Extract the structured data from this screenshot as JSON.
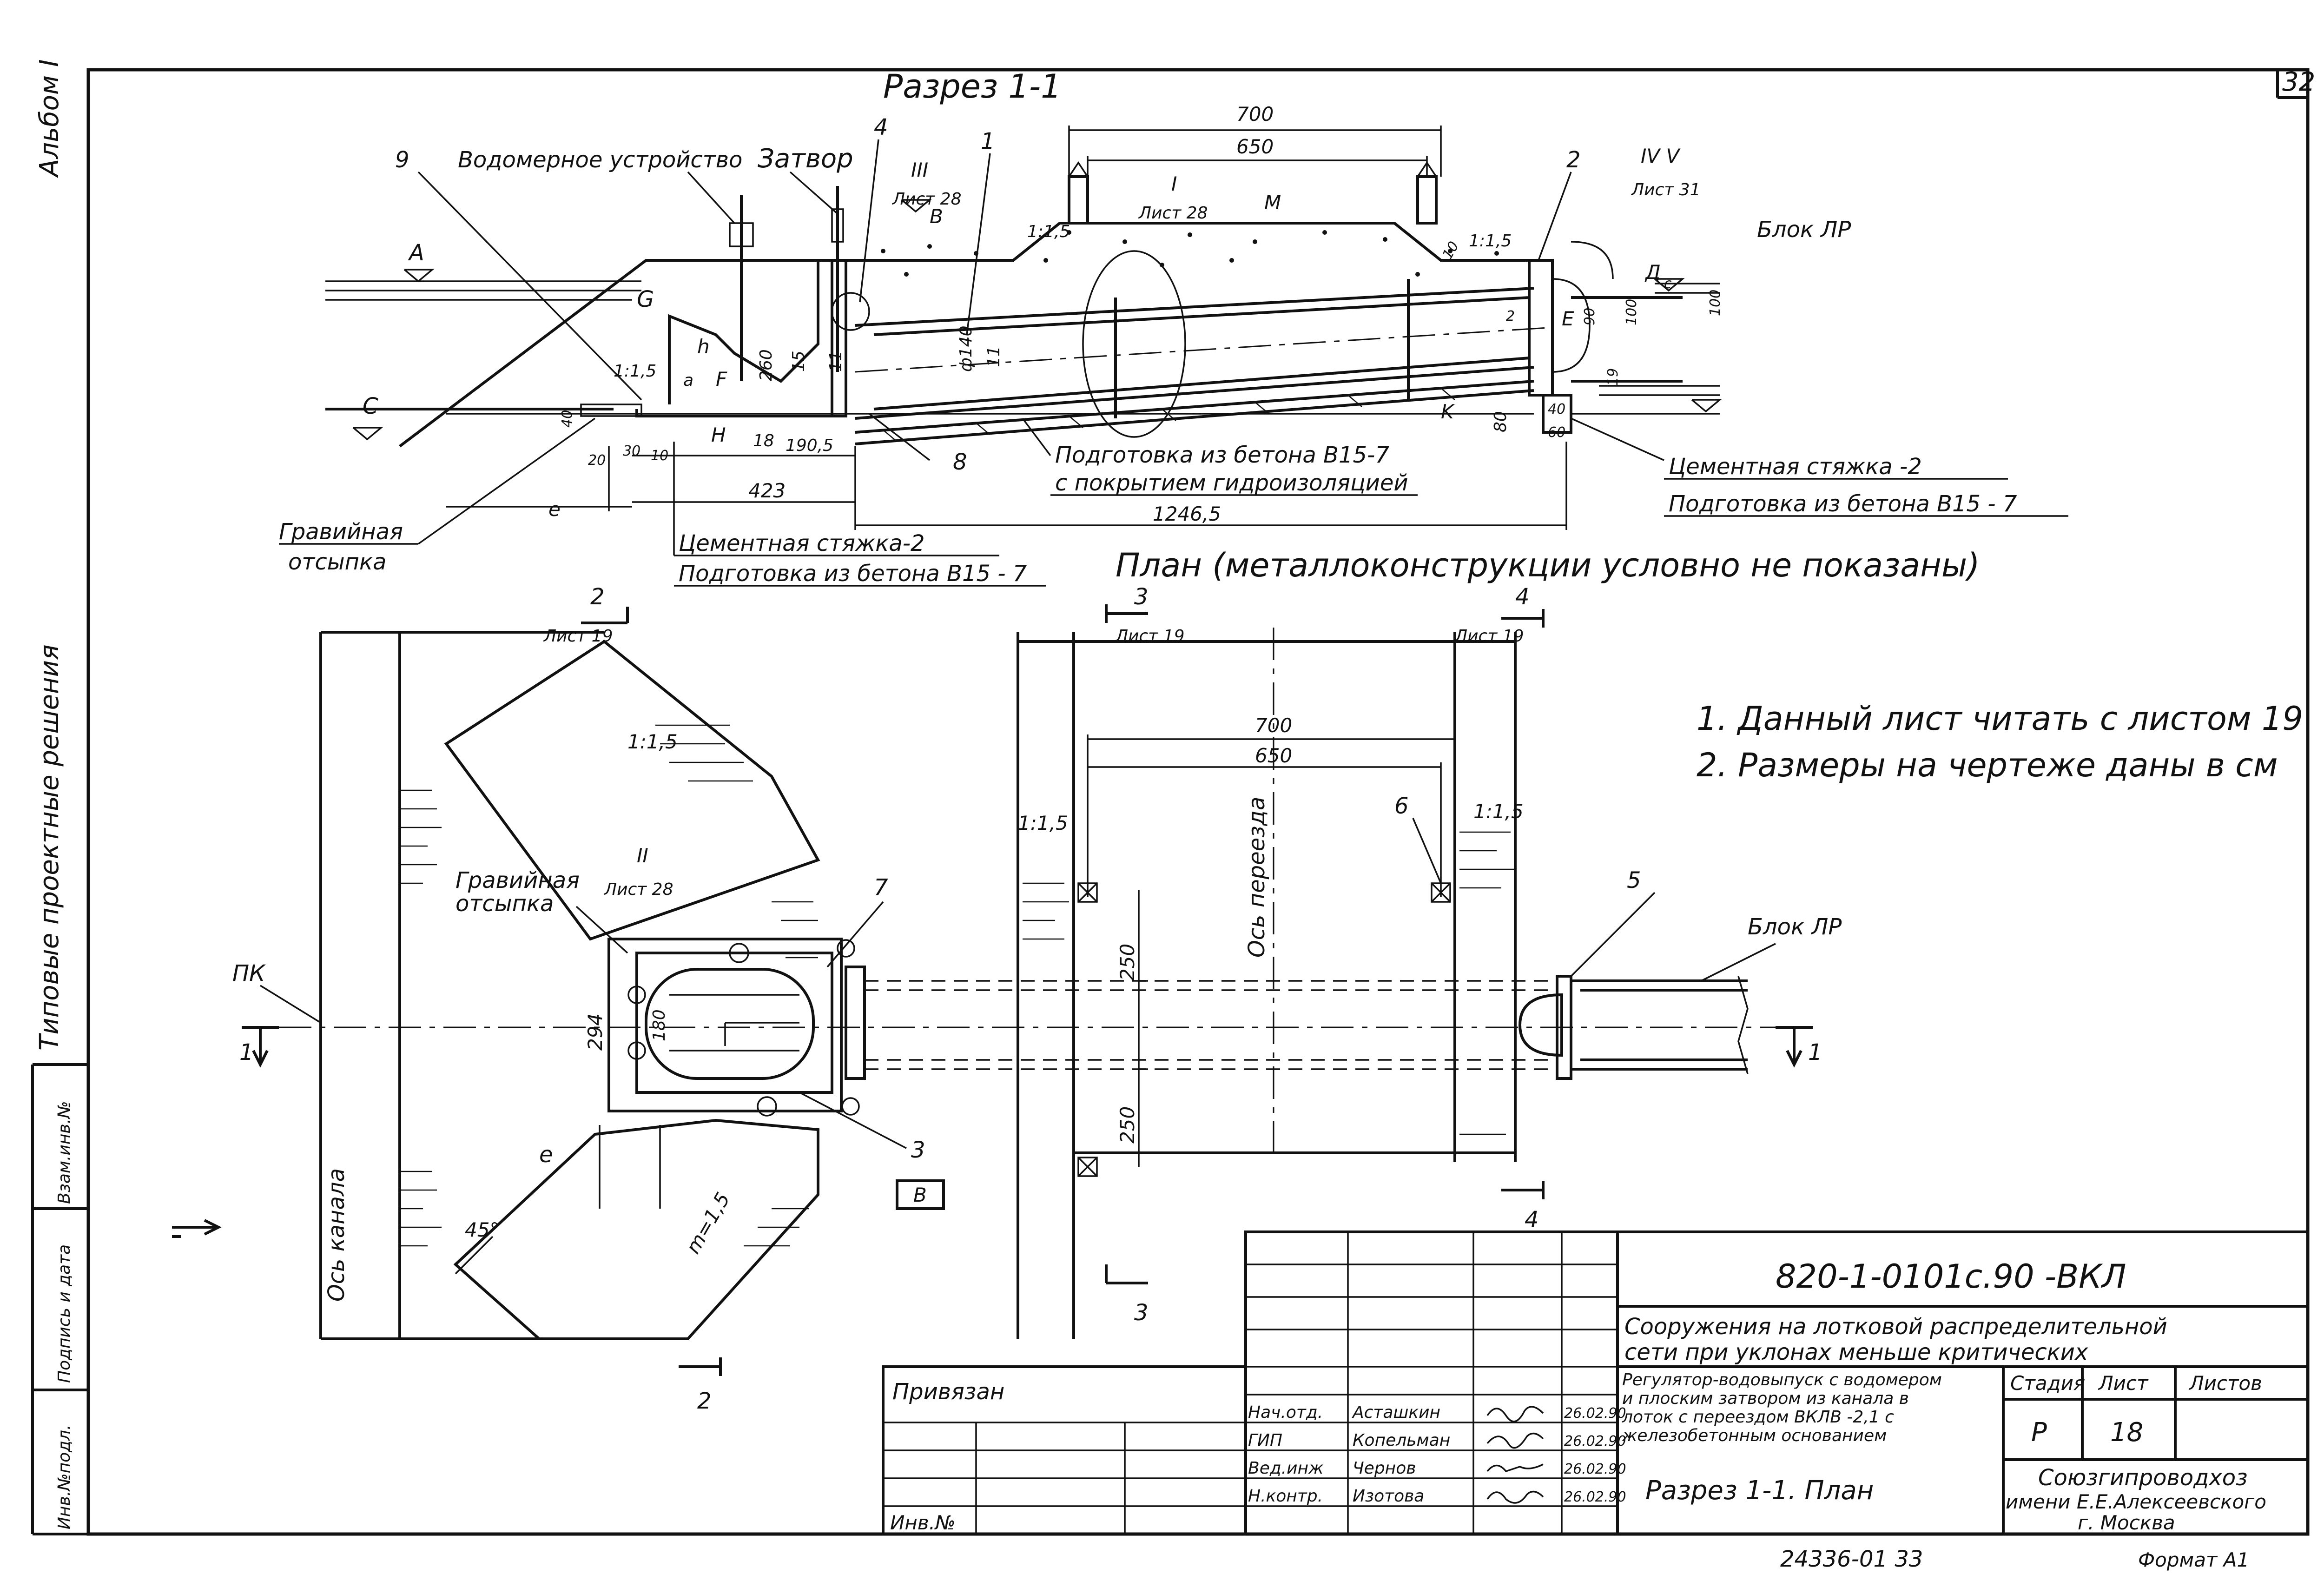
{
  "margin": {
    "album": "Альбом I",
    "series": "Типовые проектные решения",
    "stamp_fields": [
      "Взам.инв.№",
      "Подпись и дата",
      "Инв.№подл."
    ],
    "sheet_number": "32"
  },
  "section": {
    "title": "Разрез 1-1",
    "labels": {
      "water_device": "Водомерное устройство",
      "gate": "Затвор",
      "block": "Блок ЛР",
      "gravel": [
        "Гравийная",
        "отсыпка"
      ],
      "cement_left": "Цементная стяжка-2",
      "prep_left": "Подготовка из бетона В15 - 7",
      "prep_mid": "Подготовка из бетона В15-7",
      "prep_mid_2": "с покрытием гидроизоляцией",
      "cement_right": "Цементная стяжка -2",
      "prep_right": "Подготовка из бетона В15 - 7"
    },
    "callouts": [
      "9",
      "4",
      "1",
      "2",
      "8"
    ],
    "refs": {
      "r3": "III",
      "r3_sheet": "Лист 28",
      "r1": "I",
      "r1_sheet": "Лист 28",
      "r45": "IV V",
      "r45_sheet": "Лист 31"
    },
    "levels": [
      "A",
      "G",
      "C",
      "B",
      "M",
      "F",
      "H",
      "K",
      "E",
      "Д",
      "c"
    ],
    "dims": [
      "700",
      "650",
      "1:1,5",
      "1:1,5",
      "1:1,5",
      "260",
      "15",
      "11",
      "ф140",
      "11",
      "190,5",
      "18",
      "423",
      "1246,5",
      "40",
      "20",
      "30",
      "10",
      "a",
      "h",
      "e",
      "80",
      "40",
      "60",
      "90",
      "100",
      "19",
      "100",
      "2",
      "10"
    ]
  },
  "plan": {
    "title": "План (металлоконструкции условно не показаны)",
    "labels": {
      "gravel": [
        "Гравийная",
        "отсыпка"
      ],
      "ref2": "II",
      "ref2_sheet": "Лист 28",
      "axis_canal": "Ось канала",
      "axis_crossing": "Ось переезда",
      "block": "Блок ЛР",
      "pk": "ПК",
      "box_b": "В"
    },
    "cuts": {
      "c2": "2",
      "c2_sheet": "Лист 19",
      "c3": "3",
      "c3_sheet": "Лист 19",
      "c4": "4",
      "c4_sheet": "Лист 19",
      "c1": "1"
    },
    "callouts": [
      "7",
      "6",
      "5",
      "3"
    ],
    "dims": [
      "700",
      "650",
      "250",
      "250",
      "294",
      "180",
      "e",
      "1:1,5",
      "1:1,5",
      "1:1,5",
      "45°",
      "m=1,5"
    ]
  },
  "notes": [
    "1. Данный лист читать с листом 19",
    "2. Размеры на чертеже даны в см"
  ],
  "title_block": {
    "code": "820-1-0101с.90   -ВКЛ",
    "project": [
      "Сооружения на лотковой  распределительной",
      "сети при уклонах меньше  критических"
    ],
    "sheet_title": [
      "Регулятор-водовыпуск с водомером",
      "и плоским затвором из канала в",
      "лоток с переездом ВКЛВ -2,1 с",
      "железобетонным основанием"
    ],
    "drawing_name": "Разрез 1-1.  План",
    "stage_head": "Стадия",
    "sheet_head": "Лист",
    "sheets_head": "Листов",
    "stage": "Р",
    "sheet": "18",
    "sheets": "",
    "org": [
      "Союзгипроводхоз",
      "имени Е.Е.Алексеевского",
      "г. Москва"
    ],
    "privyazan": "Привязан",
    "inv": "Инв.№",
    "people": [
      {
        "role": "Нач.отд.",
        "name": "Асташкин",
        "date": "26.02.90"
      },
      {
        "role": "ГИП",
        "name": "Копельман",
        "date": "26.02.90"
      },
      {
        "role": "Вед.инж",
        "name": "Чернов",
        "date": "26.02.90"
      },
      {
        "role": "Н.контр.",
        "name": "Изотова",
        "date": "26.02.90"
      }
    ]
  },
  "footer": {
    "code": "24336-01  33",
    "format": "Формат А1"
  }
}
